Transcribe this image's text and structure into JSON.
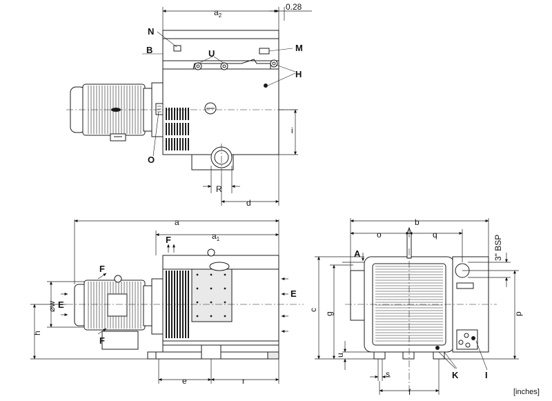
{
  "diagram": {
    "units_note": "[inches]",
    "top_view": {
      "dimensions": {
        "a2": "a",
        "a2_sub": "2",
        "offset_value": "0.28",
        "i": "i",
        "r": "R",
        "d": "d"
      },
      "callouts": {
        "n": "N",
        "b": "B",
        "u": "U",
        "m": "M",
        "h": "H",
        "o": "O"
      }
    },
    "side_view": {
      "dimensions": {
        "a": "a",
        "a1": "a",
        "a1_sub": "1",
        "w": "⌀w",
        "h": "h",
        "e": "e",
        "r": "r"
      },
      "callouts": {
        "f_top": "F",
        "f_left": "F",
        "f_bottom": "F",
        "e_left": "E",
        "e_right": "E"
      }
    },
    "end_view": {
      "dimensions": {
        "b": "b",
        "o": "o",
        "q": "q",
        "bsp": "3\" BSP",
        "c": "c",
        "g": "g",
        "p": "p",
        "u": "u",
        "s": "s",
        "f": "f"
      },
      "callouts": {
        "a": "A",
        "k": "K",
        "i": "I"
      }
    }
  }
}
